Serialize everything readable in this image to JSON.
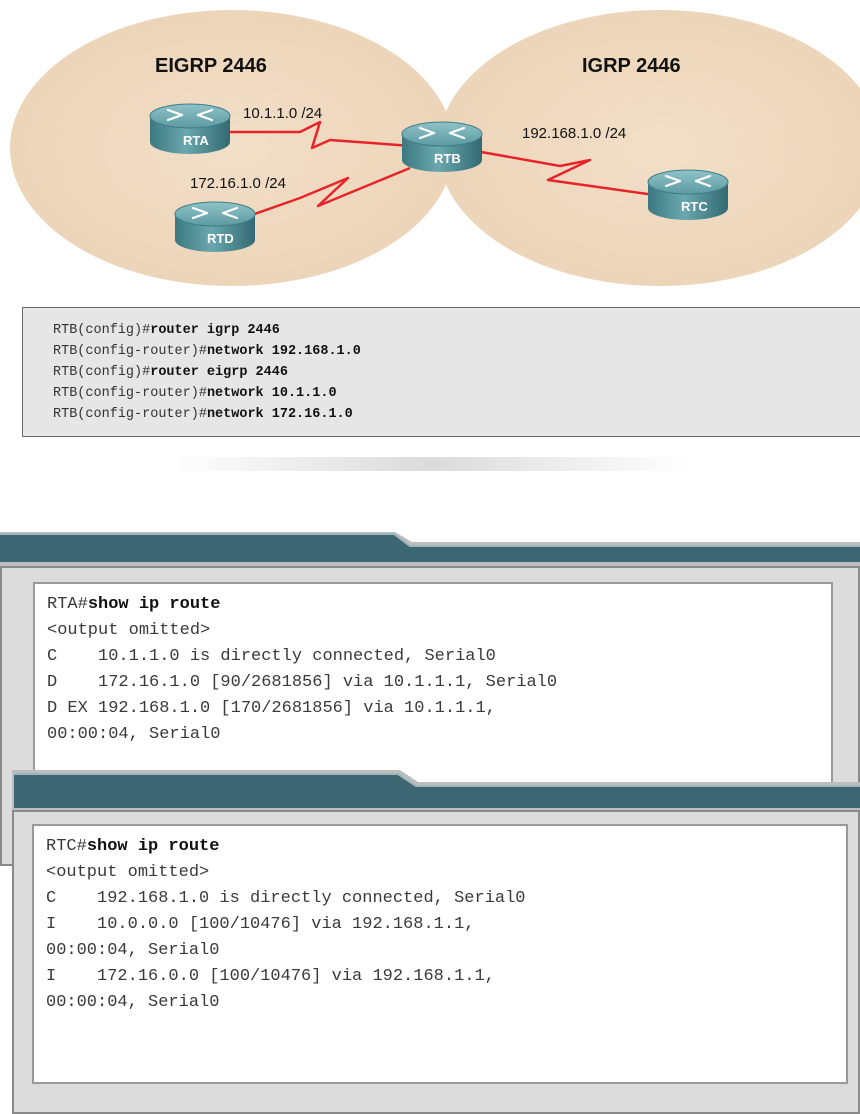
{
  "topology": {
    "zones": [
      {
        "name": "EIGRP 2446"
      },
      {
        "name": "IGRP 2446"
      }
    ],
    "routers": [
      "RTA",
      "RTB",
      "RTC",
      "RTD"
    ],
    "networks": {
      "rta_rtb": "10.1.1.0 /24",
      "rtd_rtb": "172.16.1.0 /24",
      "rtb_rtc": "192.168.1.0 /24"
    },
    "colors": {
      "zone_fill": "#efd9bf",
      "router_body": "#4f8e96",
      "serial_link": "#e8242b"
    }
  },
  "config": {
    "lines": [
      {
        "prompt": "RTB(config)#",
        "command": "router igrp 2446"
      },
      {
        "prompt": "RTB(config-router)#",
        "command": "network 192.168.1.0"
      },
      {
        "prompt": "RTB(config)#",
        "command": "router eigrp 2446"
      },
      {
        "prompt": "RTB(config-router)#",
        "command": "network 10.1.1.0"
      },
      {
        "prompt": "RTB(config-router)#",
        "command": "network 172.16.1.0"
      }
    ]
  },
  "rta_output": {
    "prompt": "RTA#",
    "command": "show ip route",
    "lines": [
      "<output omitted>",
      "C    10.1.1.0 is directly connected, Serial0",
      "D    172.16.1.0 [90/2681856] via 10.1.1.1, Serial0",
      "D EX 192.168.1.0 [170/2681856] via 10.1.1.1,",
      "00:00:04, Serial0"
    ]
  },
  "rtc_output": {
    "prompt": "RTC#",
    "command": "show ip route",
    "lines": [
      "<output omitted>",
      "C    192.168.1.0 is directly connected, Serial0",
      "I    10.0.0.0 [100/10476] via 192.168.1.1,",
      "00:00:04, Serial0",
      "I    172.16.0.0 [100/10476] via 192.168.1.1,",
      "00:00:04, Serial0"
    ]
  }
}
